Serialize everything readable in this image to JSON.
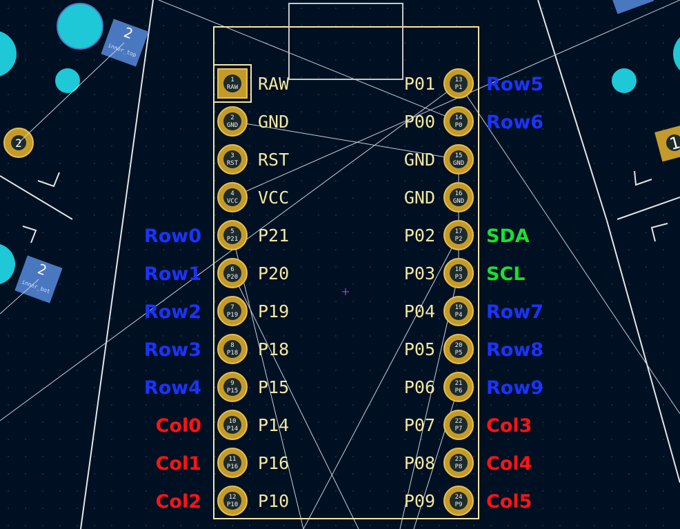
{
  "colors": {
    "background": "#001023",
    "silkscreen": "#f3e9a0",
    "pad_gold": "#c49b2a",
    "pad_ring": "#e8c24a",
    "hole": "#1d2a2a",
    "cyan": "#1ec8d6",
    "blue_pad": "#4a78c0",
    "ratsnest": "#c8d2d8",
    "net_blue": "#1a34ff",
    "net_green": "#19e02c",
    "net_red": "#ff1414",
    "origin_cross": "#d44ad6"
  },
  "left_pins": [
    {
      "num": "1",
      "pad": "RAW",
      "label": "RAW",
      "net": "",
      "net_color": "",
      "square": true
    },
    {
      "num": "2",
      "pad": "GND",
      "label": "GND",
      "net": "",
      "net_color": ""
    },
    {
      "num": "3",
      "pad": "RST",
      "label": "RST",
      "net": "",
      "net_color": ""
    },
    {
      "num": "4",
      "pad": "VCC",
      "label": "VCC",
      "net": "",
      "net_color": ""
    },
    {
      "num": "5",
      "pad": "P21",
      "label": "P21",
      "net": "Row0",
      "net_color": "blue"
    },
    {
      "num": "6",
      "pad": "P20",
      "label": "P20",
      "net": "Row1",
      "net_color": "blue"
    },
    {
      "num": "7",
      "pad": "P19",
      "label": "P19",
      "net": "Row2",
      "net_color": "blue"
    },
    {
      "num": "8",
      "pad": "P18",
      "label": "P18",
      "net": "Row3",
      "net_color": "blue"
    },
    {
      "num": "9",
      "pad": "P15",
      "label": "P15",
      "net": "Row4",
      "net_color": "blue"
    },
    {
      "num": "10",
      "pad": "P14",
      "label": "P14",
      "net": "Col0",
      "net_color": "red"
    },
    {
      "num": "11",
      "pad": "P16",
      "label": "P16",
      "net": "Col1",
      "net_color": "red"
    },
    {
      "num": "12",
      "pad": "P10",
      "label": "P10",
      "net": "Col2",
      "net_color": "red"
    }
  ],
  "right_pins": [
    {
      "num": "13",
      "pad": "P1",
      "label": "P01",
      "net": "Row5",
      "net_color": "blue"
    },
    {
      "num": "14",
      "pad": "P0",
      "label": "P00",
      "net": "Row6",
      "net_color": "blue"
    },
    {
      "num": "15",
      "pad": "GND",
      "label": "GND",
      "net": "",
      "net_color": ""
    },
    {
      "num": "16",
      "pad": "GND",
      "label": "GND",
      "net": "",
      "net_color": ""
    },
    {
      "num": "17",
      "pad": "P2",
      "label": "P02",
      "net": "SDA",
      "net_color": "green"
    },
    {
      "num": "18",
      "pad": "P3",
      "label": "P03",
      "net": "SCL",
      "net_color": "green"
    },
    {
      "num": "19",
      "pad": "P4",
      "label": "P04",
      "net": "Row7",
      "net_color": "blue"
    },
    {
      "num": "20",
      "pad": "P5",
      "label": "P05",
      "net": "Row8",
      "net_color": "blue"
    },
    {
      "num": "21",
      "pad": "P6",
      "label": "P06",
      "net": "Row9",
      "net_color": "blue"
    },
    {
      "num": "22",
      "pad": "P7",
      "label": "P07",
      "net": "Col3",
      "net_color": "red"
    },
    {
      "num": "23",
      "pad": "P8",
      "label": "P08",
      "net": "Col4",
      "net_color": "red"
    },
    {
      "num": "24",
      "pad": "P9",
      "label": "P09",
      "net": "Col5",
      "net_color": "red"
    }
  ],
  "side_pads": {
    "top_left_pad": "2",
    "top_left_pad_label": "inner_top",
    "mid_left_pad": "2",
    "mid_left_pad_label": "inner_bot",
    "small_left_pad": "2",
    "right_pad": "1"
  }
}
